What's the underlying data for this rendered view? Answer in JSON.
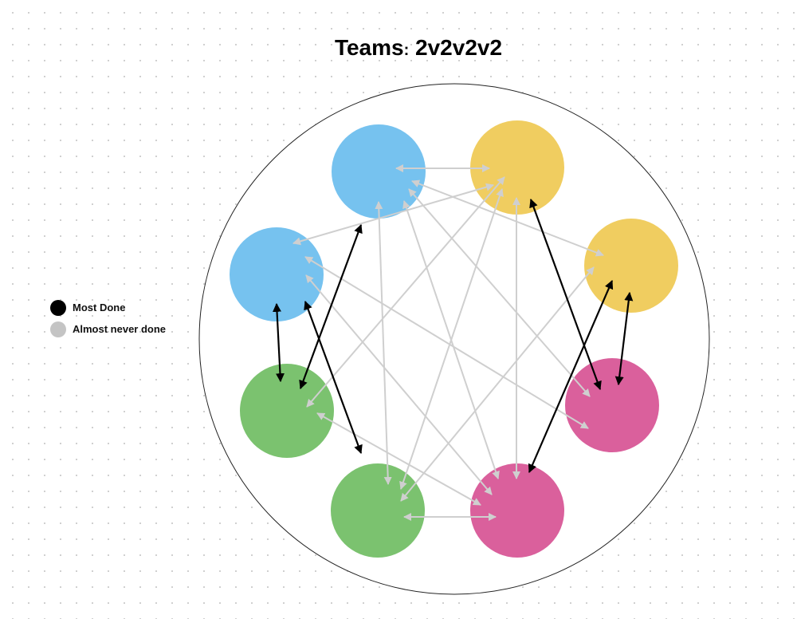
{
  "title": {
    "label": "Teams",
    "colon": ":",
    "value": "2v2v2v2"
  },
  "legend": [
    {
      "label": "Most Done",
      "color": "#000000"
    },
    {
      "label": "Almost never done",
      "color": "#c4c4c4"
    }
  ],
  "colors": {
    "blue": "#76c2ef",
    "yellow": "#f0cd60",
    "pink": "#da609c",
    "green": "#7bc26f",
    "most_done": "#000000",
    "almost_never": "#cfcfcf"
  },
  "nodes": [
    {
      "id": "blue-1",
      "team": "blue"
    },
    {
      "id": "blue-2",
      "team": "blue"
    },
    {
      "id": "yellow-1",
      "team": "yellow"
    },
    {
      "id": "yellow-2",
      "team": "yellow"
    },
    {
      "id": "pink-1",
      "team": "pink"
    },
    {
      "id": "pink-2",
      "team": "pink"
    },
    {
      "id": "green-1",
      "team": "green"
    },
    {
      "id": "green-2",
      "team": "green"
    }
  ],
  "edges": [
    {
      "from": "blue-1",
      "to": "yellow-1",
      "kind": "almost_never"
    },
    {
      "from": "blue-2",
      "to": "yellow-1",
      "kind": "almost_never"
    },
    {
      "from": "blue-1",
      "to": "yellow-2",
      "kind": "almost_never"
    },
    {
      "from": "blue-1",
      "to": "pink-1",
      "kind": "almost_never"
    },
    {
      "from": "blue-2",
      "to": "pink-1",
      "kind": "almost_never"
    },
    {
      "from": "blue-1",
      "to": "pink-2",
      "kind": "almost_never"
    },
    {
      "from": "blue-1",
      "to": "green-2",
      "kind": "almost_never"
    },
    {
      "from": "blue-2",
      "to": "pink-2",
      "kind": "almost_never"
    },
    {
      "from": "green-1",
      "to": "pink-2",
      "kind": "almost_never"
    },
    {
      "from": "yellow-1",
      "to": "green-1",
      "kind": "almost_never"
    },
    {
      "from": "yellow-1",
      "to": "green-2",
      "kind": "almost_never"
    },
    {
      "from": "yellow-1",
      "to": "pink-2",
      "kind": "almost_never"
    },
    {
      "from": "yellow-2",
      "to": "green-2",
      "kind": "almost_never"
    },
    {
      "from": "green-2",
      "to": "pink-2",
      "kind": "almost_never"
    },
    {
      "from": "blue-2",
      "to": "green-1",
      "kind": "most_done"
    },
    {
      "from": "blue-1",
      "to": "green-1",
      "kind": "most_done"
    },
    {
      "from": "blue-2",
      "to": "green-2",
      "kind": "most_done"
    },
    {
      "from": "yellow-1",
      "to": "pink-1",
      "kind": "most_done"
    },
    {
      "from": "yellow-2",
      "to": "pink-2",
      "kind": "most_done"
    },
    {
      "from": "yellow-2",
      "to": "pink-1",
      "kind": "most_done"
    }
  ]
}
